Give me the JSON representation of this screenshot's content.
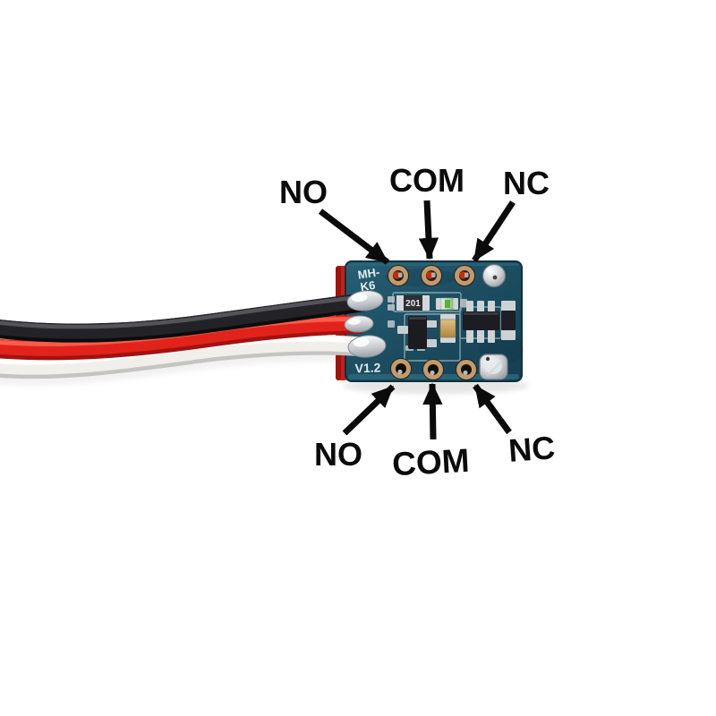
{
  "page": {
    "background_color": "#ffffff",
    "description": "Annotated close-up photo of a wired MH-K6 micro relay PCB module; top and bottom pad rows labeled NO, COM, NC with arrows"
  },
  "annotations": {
    "color": "#0b0b0b",
    "top": {
      "no": "NO",
      "com": "COM",
      "nc": "NC"
    },
    "bottom": {
      "no": "NO",
      "com": "COM",
      "nc": "NC"
    }
  },
  "board": {
    "model_line1": "MH-",
    "model_line2": "K6",
    "version": "V1.2",
    "resistor_marking": "201",
    "pcb_color": "#1c4d61",
    "pad_ring_color": "#c49e6e",
    "silkscreen_color": "#dcebee"
  },
  "wires": {
    "black": "#1f1f22",
    "red": "#df211a",
    "white": "#f1efec"
  }
}
